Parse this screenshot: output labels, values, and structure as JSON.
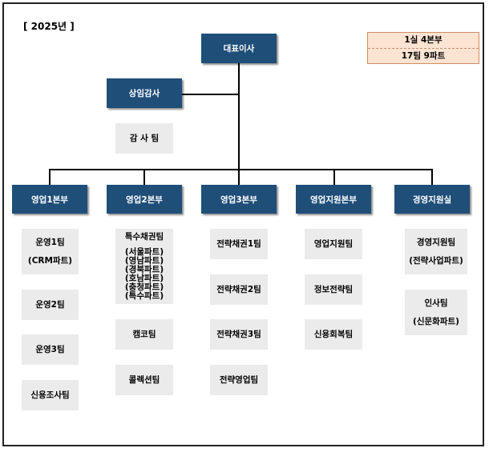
{
  "year_label": "[ 2025년 ]",
  "summary": {
    "line1": "1실 4본부",
    "line2": "17팀 9파트"
  },
  "ceo": "대표이사",
  "auditor": "상임감사",
  "audit_team": "감 사 팀",
  "divisions": [
    {
      "name": "영업1본부",
      "teams": [
        {
          "name": "운영1팀",
          "sub": [
            "(CRM파트)"
          ]
        },
        {
          "name": "운영2팀"
        },
        {
          "name": "운영3팀"
        },
        {
          "name": "신용조사팀"
        }
      ]
    },
    {
      "name": "영업2본부",
      "teams": [
        {
          "name": "특수채권팀",
          "sub": [
            "(서울파트)",
            "(영남파트)",
            "(경북파트)",
            "(호남파트)",
            "(충청파트)",
            "(특수파트)"
          ]
        },
        {
          "name": "캠코팀"
        },
        {
          "name": "콜렉션팀"
        }
      ]
    },
    {
      "name": "영업3본부",
      "teams": [
        {
          "name": "전략채권1팀"
        },
        {
          "name": "전략채권2팀"
        },
        {
          "name": "전략채권3팀"
        },
        {
          "name": "전략영업팀"
        }
      ]
    },
    {
      "name": "영업지원본부",
      "teams": [
        {
          "name": "영업지원팀"
        },
        {
          "name": "정보전략팀"
        },
        {
          "name": "신용회복팀"
        }
      ]
    },
    {
      "name": "경영지원실",
      "teams": [
        {
          "name": "경영지원팀",
          "sub": [
            "(전략사업파트)"
          ]
        },
        {
          "name": "인사팀",
          "sub": [
            "(신문화파트)"
          ]
        }
      ]
    }
  ]
}
